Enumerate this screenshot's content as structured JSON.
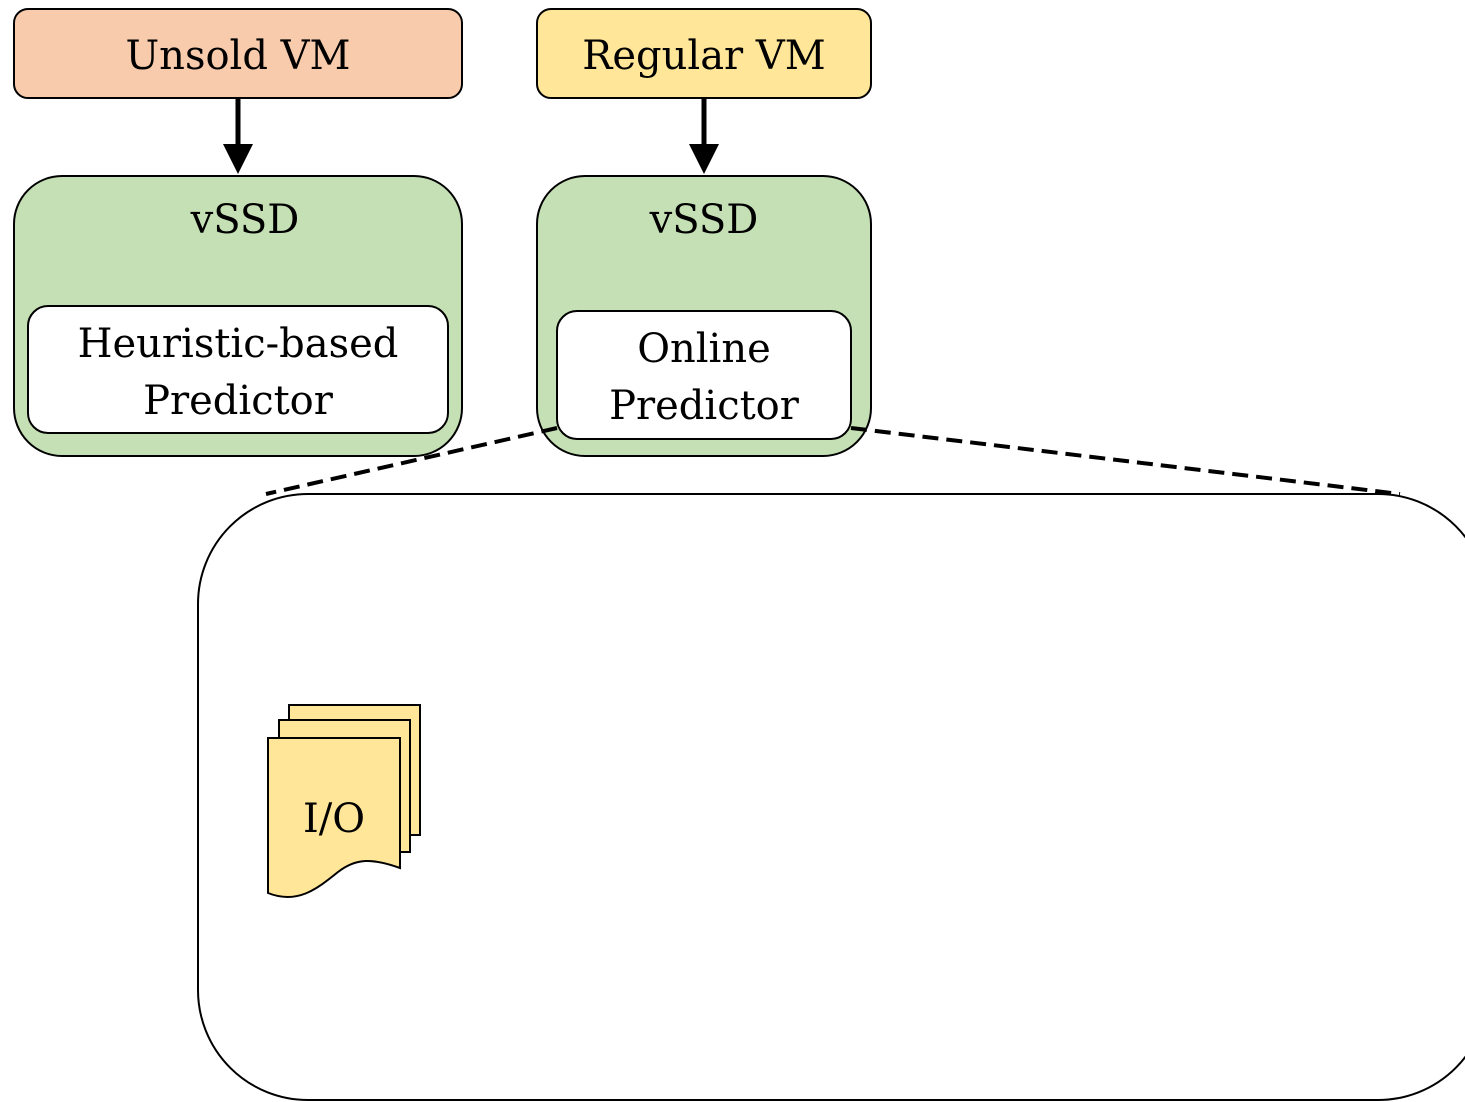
{
  "vm_boxes": {
    "unsold": {
      "label": "Unsold VM",
      "fill": "#F8CBAD"
    },
    "regular": {
      "label": "Regular VM",
      "fill": "#FFE699"
    }
  },
  "vssd_boxes": {
    "left": {
      "title": "vSSD",
      "fill": "#C5E0B4",
      "predictor": [
        "Heuristic-based",
        "Predictor"
      ]
    },
    "right": {
      "title": "vSSD",
      "fill": "#C5E0B4",
      "predictor": [
        "Online",
        "Predictor"
      ]
    }
  },
  "detail_panel": {
    "io_stack": {
      "label": "I/O",
      "fill": "#FFE699"
    }
  },
  "colors": {
    "stroke": "#000000",
    "background": "#FFFFFF"
  }
}
